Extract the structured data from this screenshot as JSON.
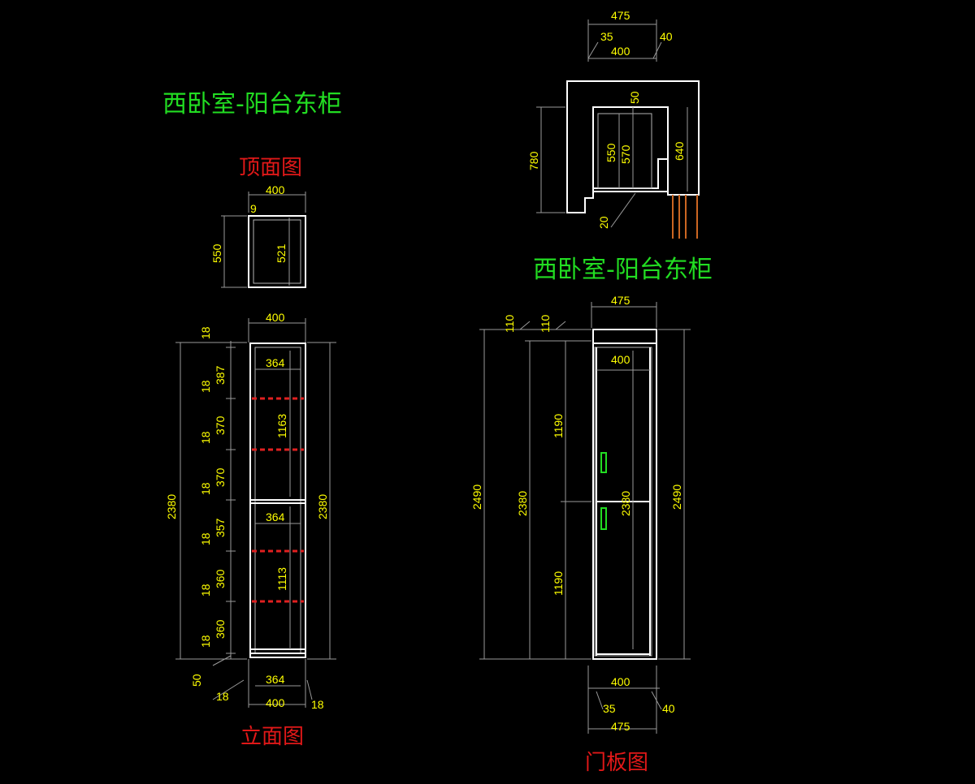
{
  "titles": {
    "left": "西卧室-阳台东柜",
    "right": "西卧室-阳台东柜",
    "top_view": "顶面图",
    "elevation": "立面图",
    "door_panel": "门板图"
  },
  "top_view": {
    "width": "400",
    "gap": "9",
    "depth": "550",
    "inner_depth": "521"
  },
  "elevation": {
    "top_width": "400",
    "inner_width_upper": "364",
    "inner_width_mid": "364",
    "inner_width_bottom": "364",
    "bottom_width": "400",
    "side_left": "18",
    "side_right": "18",
    "base": "50",
    "overall_left": "2380",
    "overall_right": "2380",
    "upper_section": "1163",
    "lower_section": "1113",
    "shelf_thickness": [
      "18",
      "18",
      "18",
      "18",
      "18",
      "18",
      "18"
    ],
    "spacings": [
      "387",
      "370",
      "370",
      "357",
      "360",
      "360"
    ]
  },
  "plan": {
    "overall_width": "475",
    "left_offset": "35",
    "right_offset": "40",
    "inner_width": "400",
    "depth": "780",
    "top_gap": "50",
    "d550": "550",
    "d570": "570",
    "d640": "640",
    "bottom_gap": "20"
  },
  "door": {
    "top_width": "475",
    "inner_width": "400",
    "top_h1": "110",
    "top_h2": "110",
    "overall_left": "2490",
    "overall_right": "2490",
    "cabinet_height": "2380",
    "inner_height": "2380",
    "upper_door": "1190",
    "lower_door": "1190",
    "bottom_inner_width": "400",
    "bottom_left": "35",
    "bottom_right": "40",
    "bottom_width": "475"
  },
  "colors": {
    "dimension_text": "#ffff00",
    "title_green": "#22dd22",
    "title_red": "#e01818",
    "hidden_line": "#e02020",
    "handle": "#22dd22",
    "background": "#000000"
  }
}
